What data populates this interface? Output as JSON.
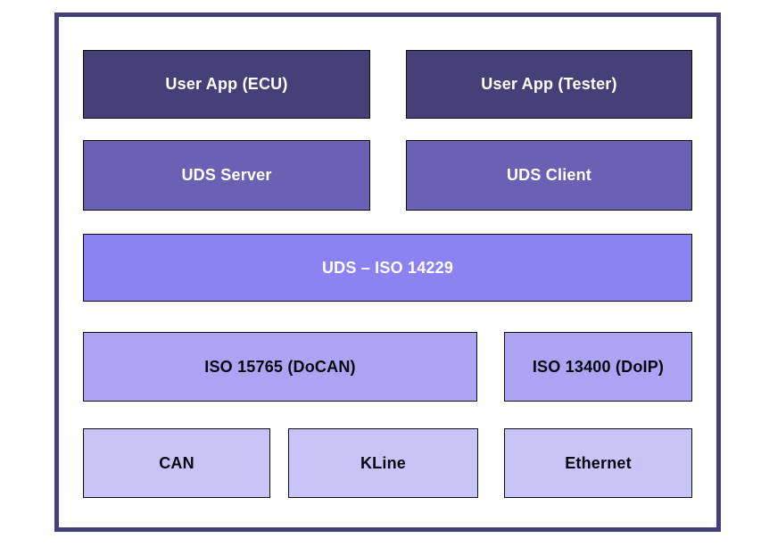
{
  "diagram": {
    "boxes": {
      "user_app_ecu": "User App (ECU)",
      "user_app_tester": "User App (Tester)",
      "uds_server": "UDS Server",
      "uds_client": "UDS Client",
      "uds_iso14229": "UDS – ISO 14229",
      "iso15765": "ISO 15765 (DoCAN)",
      "iso13400": "ISO 13400 (DoIP)",
      "can": "CAN",
      "kline": "KLine",
      "ethernet": "Ethernet"
    }
  },
  "colors": {
    "page_background": "#ffffff",
    "frame_border": "#45407a",
    "box_border": "#0d0d12",
    "level1_fill": "#474078",
    "level2_fill": "#6a61b5",
    "level3_fill": "#8b83f2",
    "level4_fill": "#aca4f2",
    "level5_fill": "#c8c4f8",
    "text_on_dark": "#ffffff",
    "text_on_light": "#06060e"
  }
}
